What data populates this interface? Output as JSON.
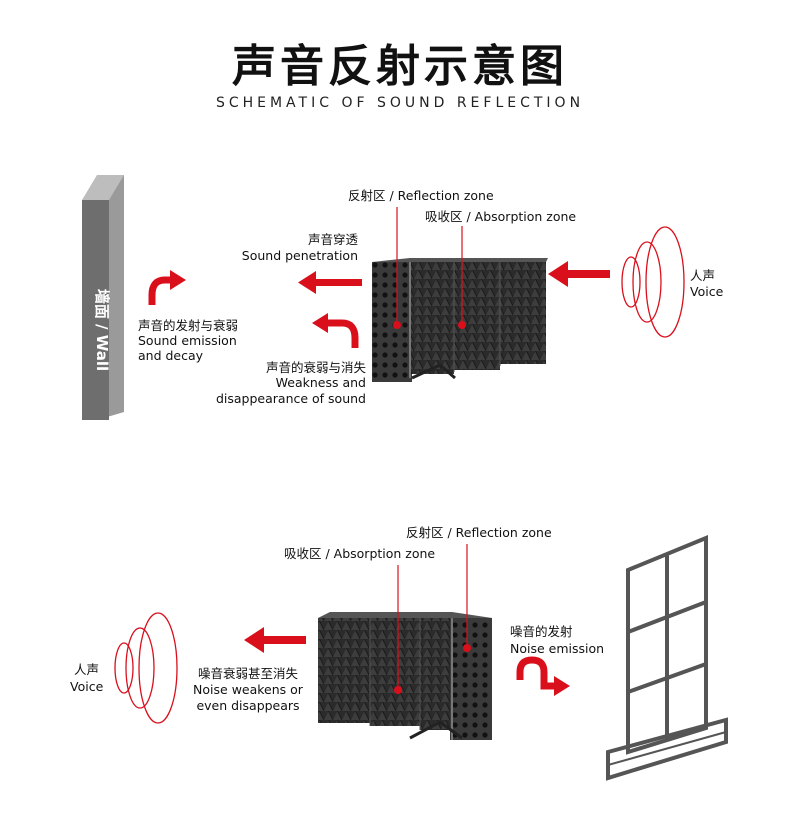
{
  "title_cn": "声音反射示意图",
  "title_en": "SCHEMATIC OF SOUND REFLECTION",
  "top": {
    "wall": "墙面 / Wall",
    "reflection_zone": "反射区 / Reflection zone",
    "absorption_zone": "吸收区 / Absorption zone",
    "penetration_cn": "声音穿透",
    "penetration_en": "Sound penetration",
    "voice_cn": "人声",
    "voice_en": "Voice",
    "emission_cn": "声音的发射与衰弱",
    "emission_en1": "Sound emission",
    "emission_en2": "and decay",
    "weakness_cn": "声音的衰弱与消失",
    "weakness_en1": "Weakness and",
    "weakness_en2": "disappearance of sound"
  },
  "bottom": {
    "reflection_zone": "反射区 / Reflection zone",
    "absorption_zone": "吸收区 / Absorption zone",
    "voice_cn": "人声",
    "voice_en": "Voice",
    "noise_weak_cn": "噪音衰弱甚至消失",
    "noise_weak_en1": "Noise weakens or",
    "noise_weak_en2": "even disappears",
    "noise_emit_cn": "噪音的发射",
    "noise_emit_en": "Noise emission"
  },
  "colors": {
    "accent": "#d9101c",
    "wall": "#7a7a7a",
    "foam": "#2e2e2e"
  }
}
